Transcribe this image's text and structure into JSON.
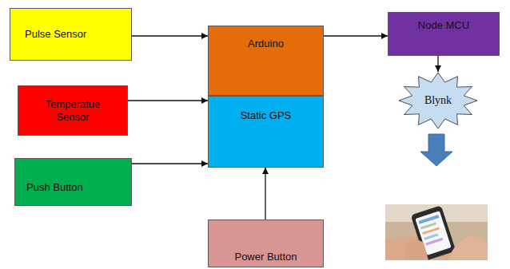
{
  "diagram": {
    "nodes": [
      {
        "text": [
          "Pulse Sensor"
        ]
      },
      {
        "text": [
          "Temperatue Sensor"
        ]
      },
      {
        "text": [
          "Push Button"
        ]
      },
      {
        "text": [
          "Arduino"
        ]
      },
      {
        "text": [
          "Static GPS"
        ]
      },
      {
        "text": [
          "Power Button"
        ]
      },
      {
        "text": [
          "Node MCU"
        ]
      },
      {
        "text": [
          "Blynk"
        ]
      }
    ],
    "edges": [
      {
        "from": 0,
        "to": 3,
        "arrow": "to"
      },
      {
        "from": 1,
        "to": 4,
        "arrow": "to"
      },
      {
        "from": 2,
        "to": 4,
        "arrow": "to"
      },
      {
        "from": 5,
        "to": 4,
        "arrow": "to"
      },
      {
        "from": 3,
        "to": 6,
        "arrow": "to"
      },
      {
        "from": 6,
        "to": 7,
        "arrow": "to"
      }
    ]
  }
}
